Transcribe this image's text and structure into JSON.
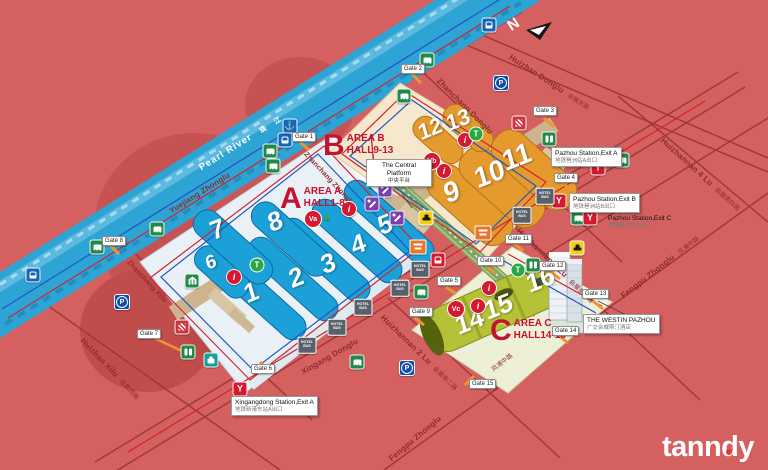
{
  "logo": "tanndy",
  "north": "N",
  "river": {
    "en": "Pearl River",
    "zh": "珠 江"
  },
  "areas": [
    {
      "letter": "A",
      "name": "AREA A",
      "halls": "HALL1-8"
    },
    {
      "letter": "B",
      "name": "AREA B",
      "halls": "HALL9-13"
    },
    {
      "letter": "C",
      "name": "AREA C",
      "halls": "HALL14-16"
    }
  ],
  "halls": [
    "1",
    "2",
    "3",
    "4",
    "5",
    "6",
    "7",
    "8",
    "9",
    "10",
    "11",
    "12",
    "13",
    "14",
    "15",
    "16"
  ],
  "gates": [
    "Gate 1",
    "Gate 2",
    "Gate 3",
    "Gate 4",
    "Gate 5",
    "Gate 6",
    "Gate 7",
    "Gate 8",
    "Gate 9",
    "Gate 10",
    "Gate 11",
    "Gate 12",
    "Gate 13",
    "Gate 14",
    "Gate 15"
  ],
  "streets": [
    {
      "en": "Yuejiang Zhonglu",
      "zh": ""
    },
    {
      "en": "Zhanchang Zhonglu",
      "zh": ""
    },
    {
      "en": "Zhanchang Donglu",
      "zh": ""
    },
    {
      "en": "Zhanchang Xilu",
      "zh": ""
    },
    {
      "en": "Huizhan Donglu",
      "zh": "会展东路"
    },
    {
      "en": "Huizhannan 4 Lu",
      "zh": "会展南四路"
    },
    {
      "en": "Huizhannan 3 Lu",
      "zh": "会展南三路"
    },
    {
      "en": "Huizhannan 2 Lu",
      "zh": "会展南二路"
    },
    {
      "en": "Fengpu Zhonglu",
      "zh": "凤浦中路"
    },
    {
      "en": "Fengpu Zhonglu",
      "zh": ""
    },
    {
      "en": "Xingang Donglu",
      "zh": ""
    },
    {
      "en": "Huizhan Xilu",
      "zh": "会展西路"
    },
    {
      "en": "",
      "zh": "凤浦中路"
    }
  ],
  "callouts": {
    "central": {
      "l1": "The Central",
      "l2": "Platform",
      "l3": "中央平台"
    },
    "pazhou_a": {
      "l1": "Pazhou Station,Exit A",
      "l2": "地铁琶洲站A出口"
    },
    "pazhou_b": {
      "l1": "Pazhou Station,Exit B",
      "l2": "地铁琶洲站B出口"
    },
    "pazhou_c": {
      "l1": "Pazhou Station,Exit C",
      "l2": "地铁琶洲站C出口"
    },
    "xingangdong": {
      "l1": "Xingangdong Station,Exit A",
      "l2": "地铁新港东站A出口"
    },
    "westin": {
      "l1": "THE WESTIN PAZHOU",
      "l2": "广交会威斯汀酒店"
    }
  },
  "markers": {
    "info": "i",
    "t": "T",
    "va": "Va",
    "vb": "Vb",
    "vc": "Vc",
    "metro_exit": "Y",
    "parking": "P",
    "hotel_bus": "HOTEL BUS"
  },
  "glyphs": {
    "anchor": "⚓",
    "triangle": "▲"
  },
  "colors": {
    "background": "#d46060",
    "river": "#2da4d4",
    "area_a_hall": "#1ba0d8",
    "area_b_hall": "#e59a2d",
    "area_c_hall": "#b5c238",
    "area_label": "#c51230",
    "street_line": "#9e3434",
    "route_red": "#d2232e",
    "route_blue": "#2255c4"
  }
}
